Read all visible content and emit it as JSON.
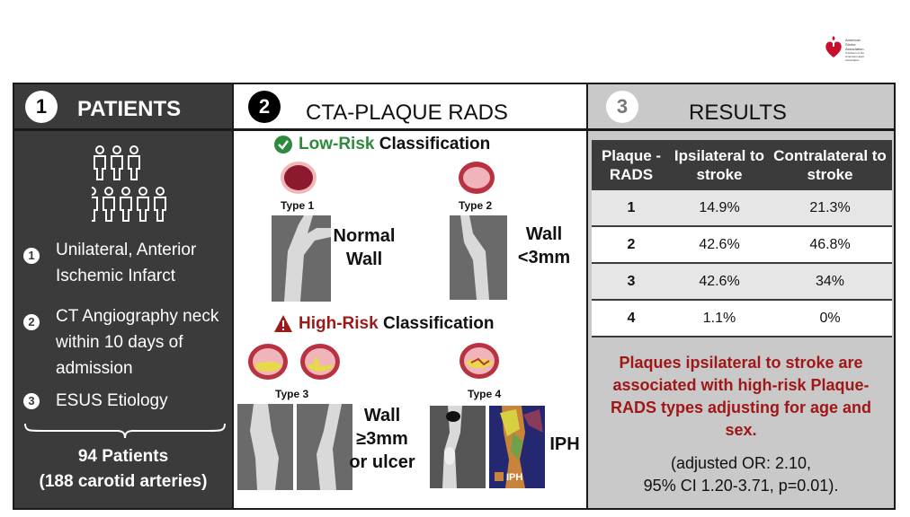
{
  "logo": {
    "lines": [
      "American",
      "Stroke",
      "Association.",
      "A division of the",
      "American Heart Association"
    ]
  },
  "patients": {
    "num": "1",
    "title": "PATIENTS",
    "criteria": [
      {
        "num": "1",
        "text": "Unilateral, Anterior Ischemic Infarct"
      },
      {
        "num": "2",
        "text": "CT Angiography neck within 10 days of admission"
      },
      {
        "num": "3",
        "text": "ESUS Etiology"
      }
    ],
    "total_line1": "94 Patients",
    "total_line2": "(188 carotid arteries)"
  },
  "plaque_rads": {
    "num": "2",
    "title": "CTA-PLAQUE RADS",
    "low_risk": {
      "word": "Low-Risk",
      "rest": " Classification"
    },
    "high_risk": {
      "word": "High-Risk",
      "rest": " Classification"
    },
    "types": [
      {
        "label": "Type 1",
        "desc": "Normal Wall"
      },
      {
        "label": "Type 2",
        "desc": "Wall <3mm"
      },
      {
        "label": "Type 3",
        "desc": "Wall ≥3mm or ulcer"
      },
      {
        "label": "Type 4",
        "desc": "IPH"
      }
    ],
    "iph_legend": "IPH",
    "colors": {
      "low": "#2e8b3e",
      "high": "#9b1b1b",
      "vessel": "#8b1a2e",
      "plaque": "#e8d84a"
    }
  },
  "results": {
    "num": "3",
    "title": "RESULTS",
    "headers": [
      "Plaque -RADS",
      "Ipsilateral to stroke",
      "Contralateral to stroke"
    ],
    "rows": [
      [
        "1",
        "14.9%",
        "21.3%"
      ],
      [
        "2",
        "42.6%",
        "46.8%"
      ],
      [
        "3",
        "42.6%",
        "34%"
      ],
      [
        "4",
        "1.1%",
        "0%"
      ]
    ],
    "finding": "Plaques ipsilateral to stroke are associated with high-risk Plaque-RADS types adjusting for age and sex.",
    "stats_line1": "(adjusted OR: 2.10,",
    "stats_line2": "95% CI 1.20-3.71, p=0.01)."
  }
}
